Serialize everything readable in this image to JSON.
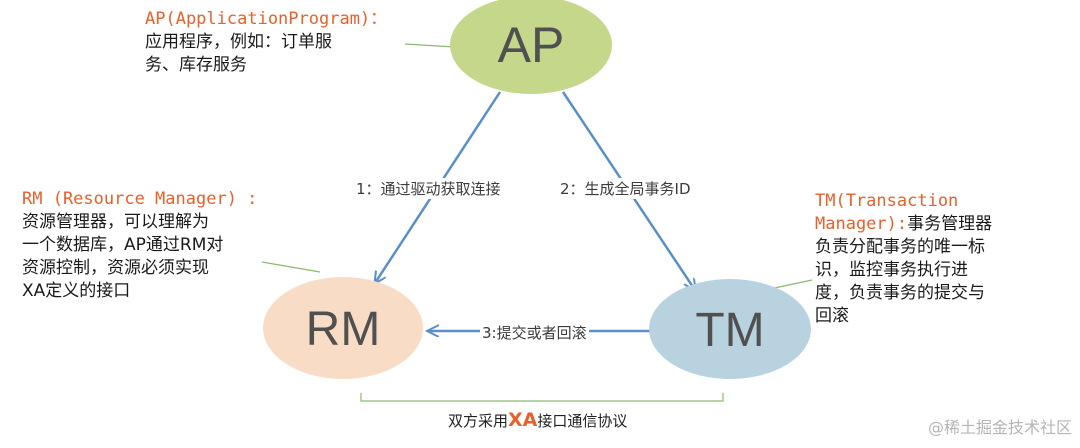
{
  "nodes": {
    "ap": {
      "label": "AP",
      "color": "#c5d78a"
    },
    "rm": {
      "label": "RM",
      "color": "#f8dcc6"
    },
    "tm": {
      "label": "TM",
      "color": "#b9d2df"
    }
  },
  "notes": {
    "ap": {
      "head": "AP(ApplicationProgram)：",
      "line1": "应用程序，例如：订单服",
      "line2": "务、库存服务"
    },
    "rm": {
      "head": "RM (Resource Manager) :",
      "line1": "资源管理器，可以理解为",
      "line2": "一个数据库，AP通过RM对",
      "line3": "资源控制，资源必须实现",
      "line4": "XA定义的接口"
    },
    "tm": {
      "head1": "TM(Transaction",
      "head2": "Manager):",
      "head2_tail": "事务管理器",
      "line1": "负责分配事务的唯一标",
      "line2": "识，监控事务执行进",
      "line3": "度，负责事务的提交与",
      "line4": "回滚"
    }
  },
  "edges": {
    "ap_rm": "1：通过驱动获取连接",
    "ap_tm": "2：生成全局事务ID",
    "tm_rm": "3:提交或者回滚"
  },
  "bottom": {
    "prefix": "双方采用",
    "highlight": "XA",
    "suffix": "接口通信协议"
  },
  "watermark": "@稀土掘金技术社区",
  "colors": {
    "arrow": "#5b8fc9",
    "accent": "#e8602a",
    "leader": "#8aba70"
  }
}
